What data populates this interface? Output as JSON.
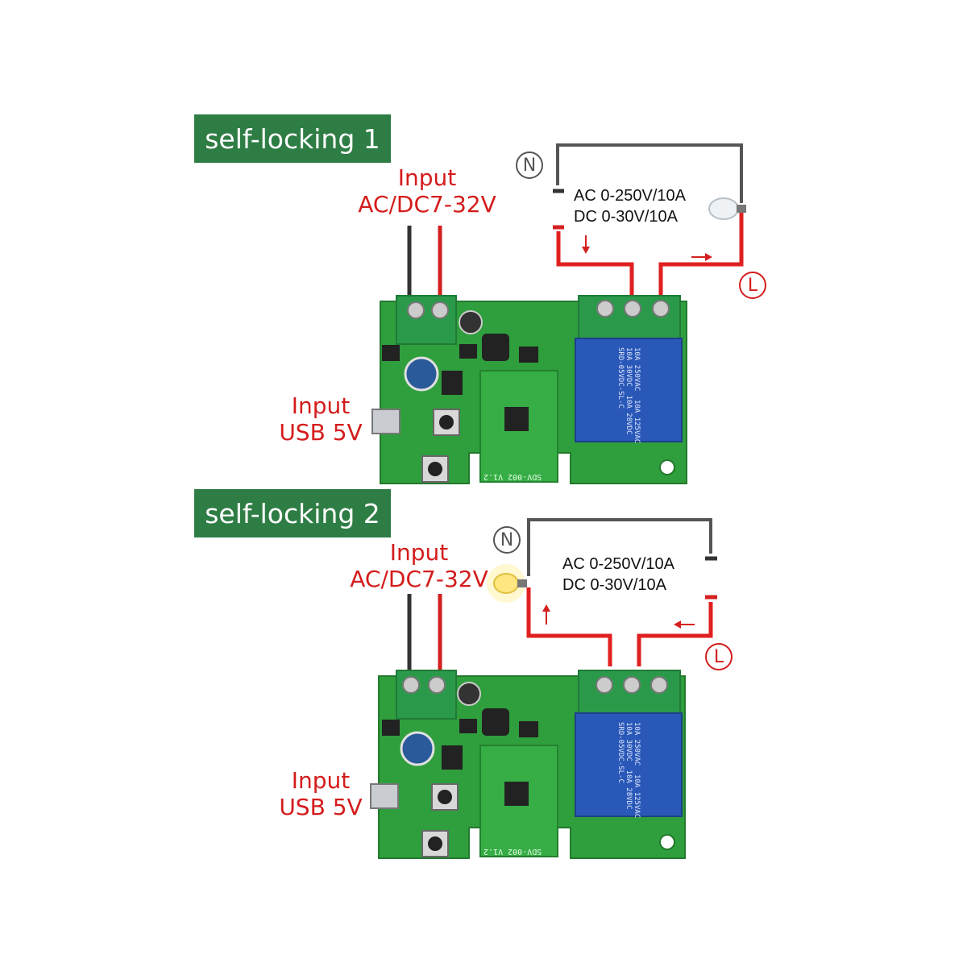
{
  "panels": [
    {
      "title": "self-locking 1",
      "input_power_line1": "Input",
      "input_power_line2": "AC/DC7-32V",
      "input_usb_line1": "Input",
      "input_usb_line2": "USB 5V",
      "spec_line1": "AC 0-250V/10A",
      "spec_line2": "DC 0-30V/10A",
      "neutral_symbol": "N",
      "live_symbol": "L",
      "board_label": "SDV-002  V1.2",
      "relay_text": "10A 250VAC  10A 125VAC\n10A 30VDC  10A 28VDC\nSRD-05VDC-SL-C"
    },
    {
      "title": "self-locking 2",
      "input_power_line1": "Input",
      "input_power_line2": "AC/DC7-32V",
      "input_usb_line1": "Input",
      "input_usb_line2": "USB 5V",
      "spec_line1": "AC 0-250V/10A",
      "spec_line2": "DC 0-30V/10A",
      "neutral_symbol": "N",
      "live_symbol": "L",
      "board_label": "SDV-002  V1.2",
      "relay_text": "10A 250VAC  10A 125VAC\n10A 30VDC  10A 28VDC\nSRD-05VDC-SL-C"
    }
  ],
  "colors": {
    "tag_bg": "#2e7d45",
    "label_red": "#d41c1c",
    "wire_red": "#e02020",
    "wire_dark": "#444444",
    "pcb_green": "#2f9e3c",
    "relay_blue": "#2a58b8"
  }
}
